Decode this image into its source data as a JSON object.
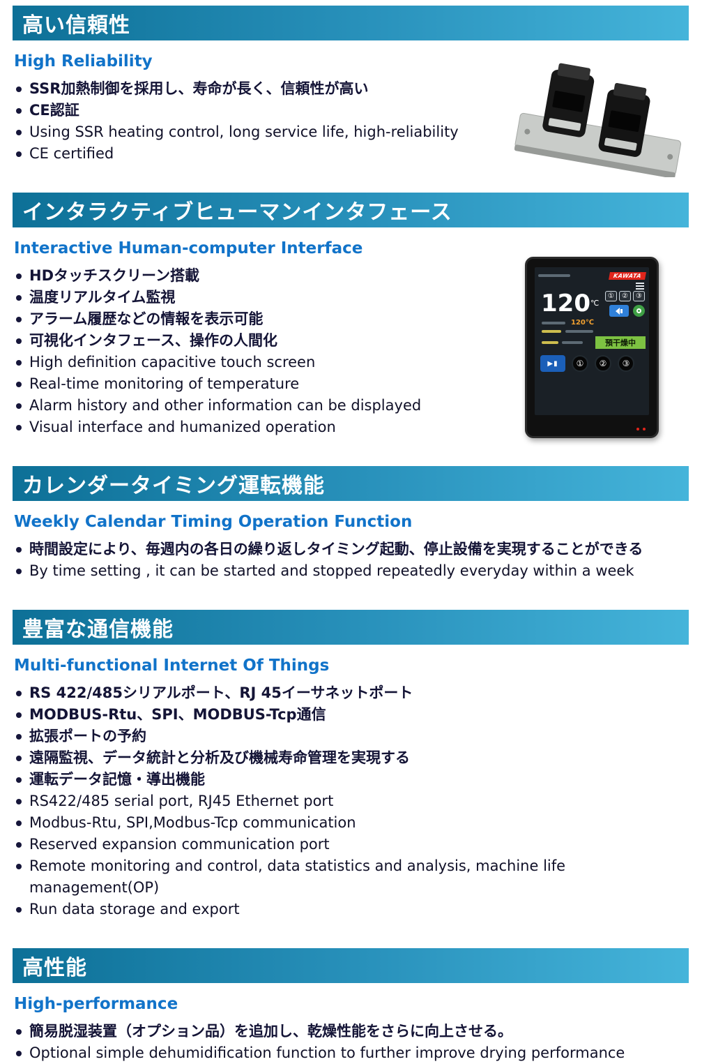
{
  "sections": [
    {
      "title_jp": "高い信頼性",
      "title_en": "High Reliability",
      "bullets": [
        "SSR加熱制御を採用し、寿命が長く、信頼性が高い",
        "CE認証",
        "Using SSR heating control, long service life, high-reliability",
        "CE certified"
      ]
    },
    {
      "title_jp": "インタラクティブヒューマンインタフェース",
      "title_en": "Interactive Human-computer Interface",
      "bullets": [
        "HDタッチスクリーン搭載",
        "温度リアルタイム監視",
        "アラーム履歴などの情報を表示可能",
        "可視化インタフェース、操作の人間化",
        "High definition capacitive touch screen",
        "Real-time monitoring of temperature",
        "Alarm history and other information can be displayed",
        "Visual interface and humanized operation"
      ]
    },
    {
      "title_jp": "カレンダータイミング運転機能",
      "title_en": "Weekly Calendar Timing Operation Function",
      "bullets": [
        "時間設定により、毎週内の各日の繰り返しタイミング起動、停止設備を実現することができる",
        "By time setting , it can be started and stopped repeatedly everyday within a week"
      ]
    },
    {
      "title_jp": "豊富な通信機能",
      "title_en": "Multi-functional Internet Of Things",
      "bullets": [
        "RS 422/485シリアルポート、RJ 45イーサネットポート",
        "MODBUS-Rtu、SPI、MODBUS-Tcp通信",
        "拡張ポートの予約",
        "遠隔監視、データ統計と分析及び機械寿命管理を実現する",
        "運転データ記憶・導出機能",
        "RS422/485 serial port, RJ45 Ethernet port",
        "Modbus-Rtu, SPI,Modbus-Tcp communication",
        "Reserved expansion communication port",
        "Remote monitoring and control, data statistics and analysis, machine life management(OP)",
        "Run data storage and export"
      ]
    },
    {
      "title_jp": "高性能",
      "title_en": "High-performance",
      "bullets": [
        "簡易脱湿装置（オプション品）を追加し、乾燥性能をさらに向上させる。",
        "Optional simple dehumidification function to further improve drying performance"
      ]
    }
  ],
  "controller": {
    "brand": "KAWATA",
    "temp_value": "120",
    "temp_unit": "℃",
    "set_temp": "120℃",
    "status_text": "預干燥中",
    "play_label": "▶▮",
    "key_buttons": [
      "①",
      "②",
      "③"
    ],
    "round_buttons": [
      "①",
      "②",
      "③"
    ]
  },
  "colors": {
    "header_gradient_left": "#0d7097",
    "header_gradient_right": "#45b4da",
    "subtitle_blue": "#1173c9",
    "body_text": "#18183a",
    "status_green": "#7dc242",
    "logo_red": "#e1251b"
  }
}
